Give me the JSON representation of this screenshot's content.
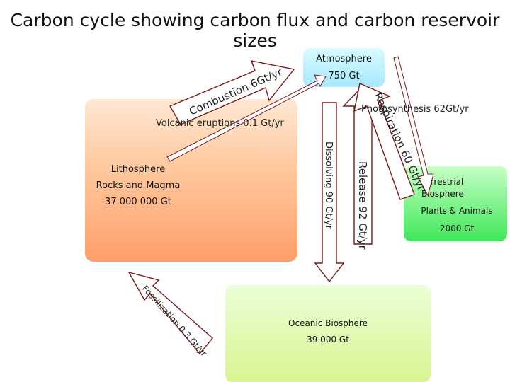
{
  "title": "Carbon cycle showing carbon flux and carbon reservoir sizes",
  "reservoirs": {
    "atmosphere": {
      "name": "Atmosphere",
      "size": "750 Gt"
    },
    "lithosphere": {
      "name": "Lithosphere",
      "sub": "Rocks and Magma",
      "size": "37 000 000 Gt"
    },
    "terrestrial": {
      "name_line1": "Terrestrial",
      "name_line2": "Biosphere",
      "sub": "Plants & Animals",
      "size": "2000 Gt"
    },
    "oceanic": {
      "name": "Oceanic Biosphere",
      "size": "39 000 Gt"
    }
  },
  "fluxes": {
    "combustion": "Combustion 6Gt/yr",
    "volcanic": "Volcanic eruptions  0.1 Gt/yr",
    "photosynthesis": "Photosynthesis 62Gt/yr",
    "respiration": "Respiration 60 Gt/yr",
    "dissolving": "Dissolving 90 Gt/yr",
    "release": "Release 92 Gt/yr",
    "fossilization": "Fossilization 0.3 Gt/yr"
  }
}
